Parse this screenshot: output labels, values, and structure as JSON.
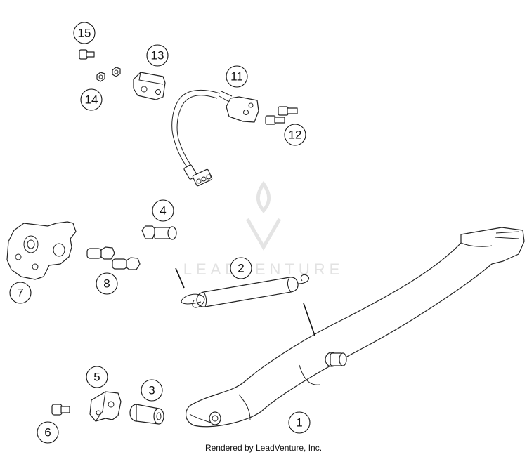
{
  "watermark": {
    "text": "LEADVENTURE"
  },
  "callouts": {
    "c1": "1",
    "c2": "2",
    "c3": "3",
    "c4": "4",
    "c5": "5",
    "c6": "6",
    "c7": "7",
    "c8": "8",
    "c11": "11",
    "c12": "12",
    "c13": "13",
    "c14": "14",
    "c15": "15"
  },
  "footer": {
    "text": "Rendered by LeadVenture, Inc."
  }
}
